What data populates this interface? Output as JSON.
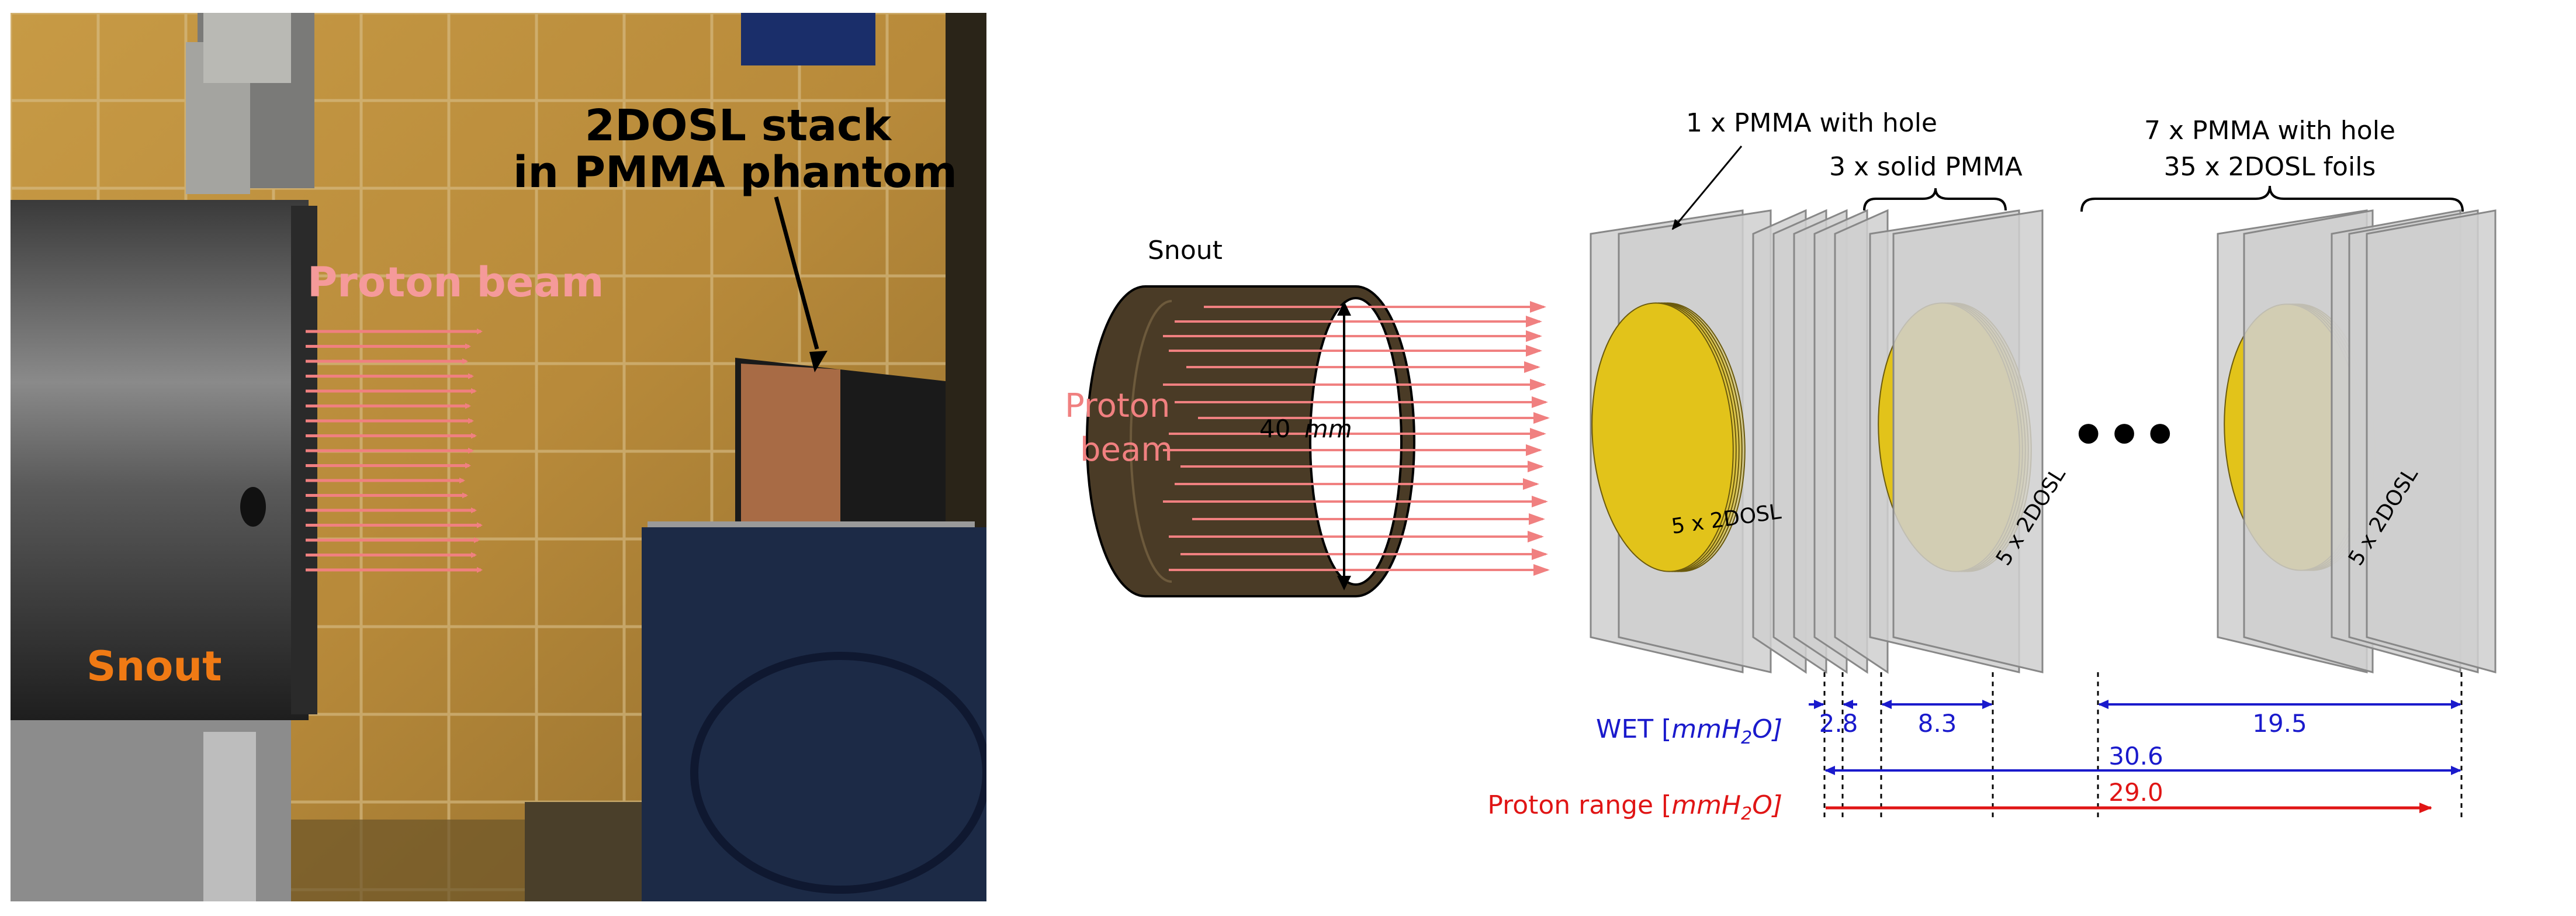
{
  "photo": {
    "stack_label_line1": "2DOSL stack",
    "stack_label_line2": "in PMMA phantom",
    "beam_label": "Proton beam",
    "snout_label": "Snout"
  },
  "diagram": {
    "snout_title": "Snout",
    "beam_label_line1": "Proton",
    "beam_label_line2": "beam",
    "diameter_value": "40",
    "diameter_unit": "mm",
    "plate_group_1": "1 x PMMA with hole",
    "plate_group_2": "3 x solid PMMA",
    "plate_group_3_line1": "7 x PMMA with hole",
    "plate_group_3_line2": "35 x 2DOSL foils",
    "foil_label": "5 x 2DOSL",
    "ellipsis": "•••",
    "wet_label_prefix": "WET [",
    "wet_label_unit": "mmH",
    "wet_label_sub": "2",
    "wet_label_suffix": "O]",
    "range_label_prefix": "Proton range [",
    "range_label_unit": "mmH",
    "range_label_sub": "2",
    "range_label_suffix": "O]",
    "wet_values": [
      "2.8",
      "8.3",
      "19.5",
      "30.6"
    ],
    "range_value": "29.0"
  },
  "colors": {
    "beam": "#f08080",
    "photo_text_beam": "#f59a9a",
    "photo_text_snout": "#f07a14",
    "snout_brown": "#4a3b26",
    "plate_gray": "#c8c8c8",
    "foil_yellow": "#e2c31a",
    "wet_blue": "#1a1acc",
    "range_red": "#e01515"
  }
}
